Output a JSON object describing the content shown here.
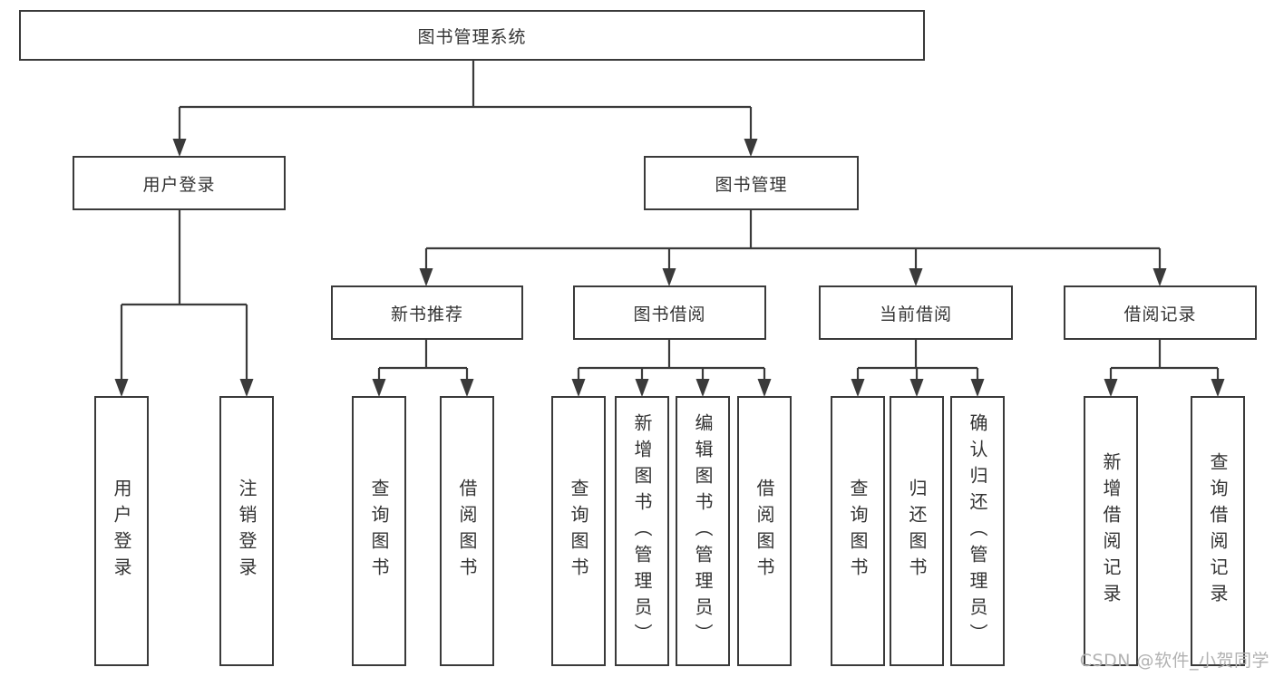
{
  "tree": {
    "root": {
      "label": "图书管理系统"
    },
    "user_login": {
      "label": "用户登录",
      "children": [
        {
          "label": "用户登录"
        },
        {
          "label": "注销登录"
        }
      ]
    },
    "book_management": {
      "label": "图书管理",
      "groups": [
        {
          "label": "新书推荐",
          "children": [
            {
              "label": "查询图书"
            },
            {
              "label": "借阅图书"
            }
          ]
        },
        {
          "label": "图书借阅",
          "children": [
            {
              "label": "查询图书"
            },
            {
              "label": "新增图书（管理员）"
            },
            {
              "label": "编辑图书（管理员）"
            },
            {
              "label": "借阅图书"
            }
          ]
        },
        {
          "label": "当前借阅",
          "children": [
            {
              "label": "查询图书"
            },
            {
              "label": "归还图书"
            },
            {
              "label": "确认归还（管理员）"
            }
          ]
        },
        {
          "label": "借阅记录",
          "children": [
            {
              "label": "新增借阅记录"
            },
            {
              "label": "查询借阅记录"
            }
          ]
        }
      ]
    }
  },
  "watermark": {
    "text": "CSDN @软件_小贺同学"
  },
  "colors": {
    "line": "#3a3a3a",
    "box_border": "#3a3a3a",
    "text": "#333333",
    "watermark": "#b2b2b2",
    "background": "#ffffff"
  }
}
